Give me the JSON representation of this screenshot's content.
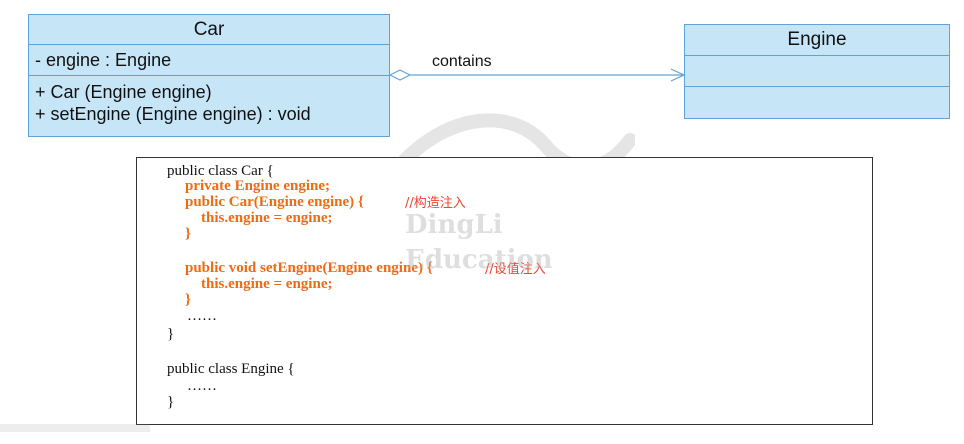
{
  "diagram": {
    "car_class": {
      "name": "Car",
      "attributes": [
        "- engine : Engine"
      ],
      "operations": [
        "+ Car (Engine engine)",
        "+ setEngine (Engine engine) : void"
      ]
    },
    "engine_class": {
      "name": "Engine",
      "attributes": [],
      "operations": []
    },
    "association": {
      "label": "contains",
      "type": "aggregation"
    }
  },
  "watermark": {
    "line1": "DingLi",
    "line2": "Education"
  },
  "code": {
    "lines": [
      "public class Car {",
      "private Engine engine;",
      "public Car(Engine engine) {",
      "this.engine = engine;",
      "}",
      "public void setEngine(Engine engine) {",
      "this.engine = engine;",
      "}",
      "……",
      "}",
      "public class Engine {",
      "……",
      "}"
    ],
    "comment_constructor": "//构造注入",
    "comment_setter": "//设值注入"
  },
  "colors": {
    "class_fill": "#c6e6f8",
    "class_border": "#5fa3d8",
    "highlight": "#f06a14",
    "comment": "#f0442c"
  }
}
